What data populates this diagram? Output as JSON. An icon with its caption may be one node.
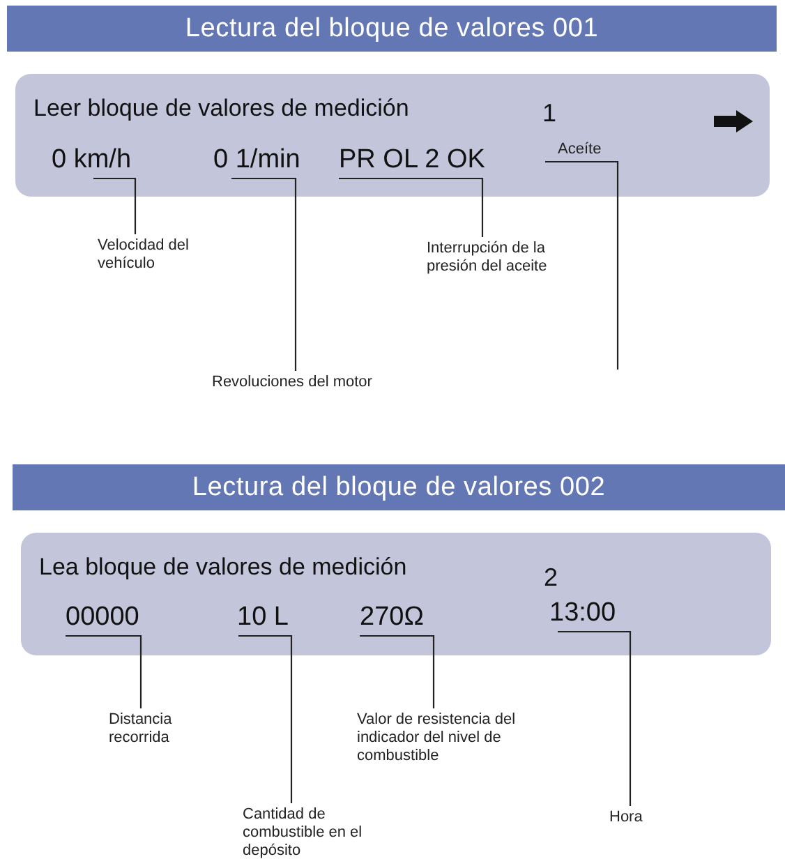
{
  "diagram": {
    "nodes": [
      {
        "text": [
          "Lectura del bloque de valores 001"
        ]
      },
      {
        "text": [
          "Leer bloque de valores de medición",
          "1"
        ]
      },
      {
        "text": [
          "0 km/h"
        ],
        "in": 1
      },
      {
        "text": [
          "0 1/min"
        ],
        "in": 1
      },
      {
        "text": [
          "PR OL 2 OK"
        ],
        "in": 1
      },
      {
        "text": [
          "Aceíte"
        ],
        "in": 1
      },
      {
        "text": [
          "Velocidad del vehículo"
        ]
      },
      {
        "text": [
          "Revoluciones del motor"
        ]
      },
      {
        "text": [
          "Interrupción de la presión del aceite"
        ]
      },
      {
        "text": [
          "Lectura del bloque de valores 002"
        ]
      },
      {
        "text": [
          "Lea bloque de valores de medición",
          "2"
        ]
      },
      {
        "text": [
          "00000"
        ],
        "in": 10
      },
      {
        "text": [
          "10 L"
        ],
        "in": 10
      },
      {
        "text": [
          "270Ω"
        ],
        "in": 10
      },
      {
        "text": [
          "13:00"
        ],
        "in": 10
      },
      {
        "text": [
          "Distancia recorrida"
        ]
      },
      {
        "text": [
          "Cantidad de combustible en el depósito"
        ]
      },
      {
        "text": [
          "Valor de resistencia del indicador del nivel de combustible"
        ]
      },
      {
        "text": [
          "Hora"
        ]
      }
    ],
    "edges": [
      {
        "from": 6,
        "to": 2,
        "arrow": "none"
      },
      {
        "from": 7,
        "to": 3,
        "arrow": "none"
      },
      {
        "from": 8,
        "to": 4,
        "arrow": "none"
      },
      {
        "from": 5,
        "to": null,
        "arrow": "none"
      },
      {
        "from": 15,
        "to": 11,
        "arrow": "none"
      },
      {
        "from": 16,
        "to": 12,
        "arrow": "none"
      },
      {
        "from": 17,
        "to": 13,
        "arrow": "none"
      },
      {
        "from": 18,
        "to": 14,
        "arrow": "none"
      }
    ]
  }
}
